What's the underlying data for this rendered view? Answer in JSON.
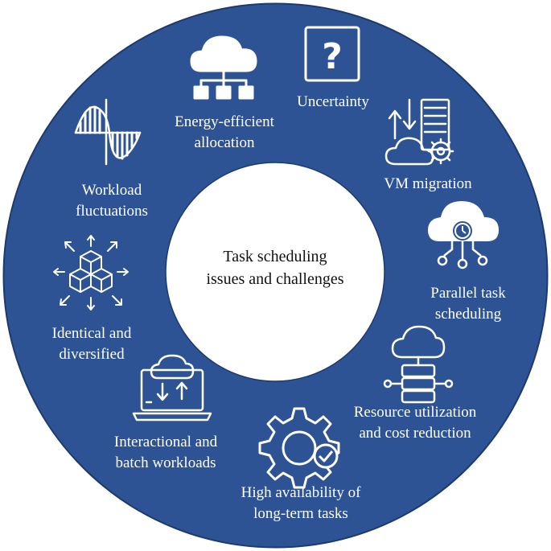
{
  "center": {
    "line1": "Task scheduling",
    "line2": "issues and challenges"
  },
  "items": [
    {
      "line1": "Energy-efficient",
      "line2": "allocation",
      "icon": "cloud-network-icon"
    },
    {
      "line1": "Uncertainty",
      "line2": "",
      "icon": "question-mark-icon"
    },
    {
      "line1": "VM migration",
      "line2": "",
      "icon": "server-cloud-gear-icon"
    },
    {
      "line1": "Parallel task",
      "line2": "scheduling",
      "icon": "cloud-clock-icon"
    },
    {
      "line1": "Resource utilization",
      "line2": "and cost reduction",
      "icon": "cloud-database-icon"
    },
    {
      "line1": "High availability of",
      "line2": "long-term tasks",
      "icon": "gear-check-icon"
    },
    {
      "line1": "Interactional and",
      "line2": "batch workloads",
      "icon": "laptop-cloud-icon"
    },
    {
      "line1": "Identical and",
      "line2": "diversified",
      "icon": "cubes-expand-icon"
    },
    {
      "line1": "Workload",
      "line2": "fluctuations",
      "icon": "wave-fluctuation-icon"
    }
  ],
  "colors": {
    "ring": "#2e5395",
    "ring_border": "#1d3a6e",
    "center": "#ffffff",
    "icon": "#ffffff"
  }
}
